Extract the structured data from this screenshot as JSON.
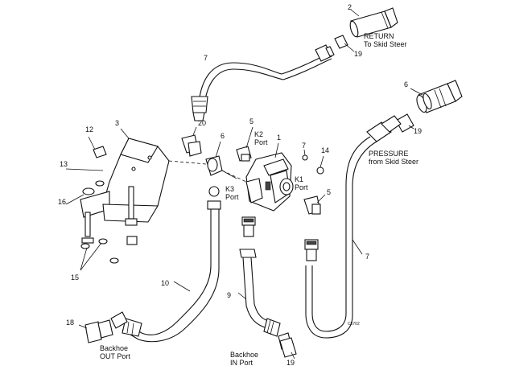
{
  "title": "",
  "callouts": {
    "c1": "1",
    "c2": "2",
    "c3": "3",
    "c5a": "5",
    "c5b": "5",
    "c6a": "6",
    "c6b": "6",
    "c7a": "7",
    "c7b": "7",
    "c7c": "7",
    "c9": "9",
    "c10": "10",
    "c12": "12",
    "c13": "13",
    "c14": "14",
    "c15": "15",
    "c16": "16",
    "c18": "18",
    "c19a": "19",
    "c19b": "19",
    "c19c": "19",
    "c20": "20"
  },
  "ports": {
    "k2_line1": "K2",
    "k2_line2": "Port",
    "k1_line1": "K1",
    "k1_line2": "Port",
    "k3_line1": "K3",
    "k3_line2": "Port"
  },
  "notes": {
    "return_line1": "RETURN",
    "return_line2": "To Skid Steer",
    "pressure_line1": "PRESSURE",
    "pressure_line2": "from Skid Steer",
    "out_line1": "Backhoe",
    "out_line2": "OUT Port",
    "in_line1": "Backhoe",
    "in_line2": "IN Port"
  },
  "figure_code": "C5702"
}
